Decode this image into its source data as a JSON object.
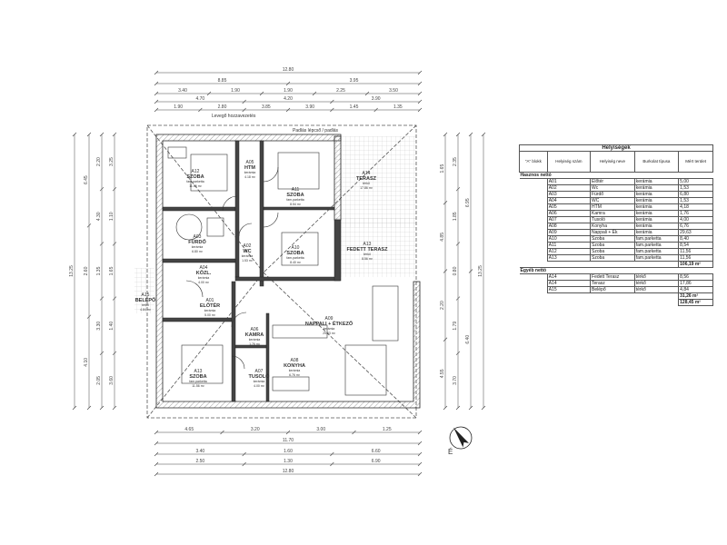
{
  "dims": {
    "top_total": "12.80",
    "top_row1": [
      "8.85",
      "3.95"
    ],
    "top_row2": [
      "3.40",
      "1.90",
      "1.90",
      "2.25",
      "3.50"
    ],
    "top_row3": [
      "4.70",
      "4.20",
      "3.90"
    ],
    "top_row4": [
      "1.90",
      "2.80",
      "3.85",
      "3.90",
      "1.45",
      "1.35"
    ],
    "bottom_row1": [
      "4.65",
      "3.20",
      "3.00",
      "1.25"
    ],
    "bottom_total1": "11.70",
    "bottom_row2": [
      "3.40",
      "1.60",
      "6.60"
    ],
    "bottom_row3": [
      "2.50",
      "1.30",
      "6.90"
    ],
    "bottom_total2": "12.80",
    "left_total": "13.25",
    "left_a": [
      "6.45",
      "2.60",
      "4.10"
    ],
    "left_b": [
      "2.20",
      "4.30",
      "1.35",
      "3.30",
      "2.05"
    ],
    "left_c": [
      "3.25",
      "1.10",
      "1.65",
      "1.40",
      "3.60"
    ],
    "right_total": "13.25",
    "right_a": [
      "6.95",
      "6.40"
    ],
    "right_b": [
      "2.35",
      "1.85",
      "0.80",
      "1.79",
      "3.70"
    ],
    "right_c": [
      "1.65",
      "4.85",
      "2.20",
      "4.55"
    ]
  },
  "notes": {
    "air": "Levegő hozzavezetés",
    "attic": "Padlás lépcső / padlás"
  },
  "rooms": [
    {
      "code": "A12",
      "name": "SZOBA",
      "sub": "fam.parketta",
      "area": "11.56 m²"
    },
    {
      "code": "A05",
      "name": "HTM",
      "sub": "kerámia",
      "area": "4.18 m²"
    },
    {
      "code": "A11",
      "name": "SZOBA",
      "sub": "fam.parketta",
      "area": "8.54 m²"
    },
    {
      "code": "A14",
      "name": "TERASZ",
      "sub": "térkő",
      "area": "17.86 m²"
    },
    {
      "code": "A03",
      "name": "FÜRDŐ",
      "sub": "kerámia",
      "area": "6.80 m²"
    },
    {
      "code": "A02",
      "name": "WC",
      "sub": "kerámia",
      "area": "1.53 m²"
    },
    {
      "code": "A10",
      "name": "SZOBA",
      "sub": "fam.parketta",
      "area": "8.40 m²"
    },
    {
      "code": "A13",
      "name": "FEDETT TERASZ",
      "sub": "térkő",
      "area": "8.56 m²"
    },
    {
      "code": "A04",
      "name": "KÖZL.",
      "sub": "kerámia",
      "area": "4.00 m²"
    },
    {
      "code": "A01",
      "name": "ELŐTÉR",
      "sub": "kerámia",
      "area": "5.00 m²"
    },
    {
      "code": "A15",
      "name": "BELÉPŐ",
      "sub": "térkő",
      "area": "4.84 m²"
    },
    {
      "code": "A09",
      "name": "NAPPALI + ÉTKEZŐ",
      "sub": "kerámia",
      "area": "29.63 m²"
    },
    {
      "code": "A06",
      "name": "KAMRA",
      "sub": "kerámia",
      "area": "1.76 m²"
    },
    {
      "code": "A08",
      "name": "KONYHA",
      "sub": "kerámia",
      "area": "6.76 m²"
    },
    {
      "code": "A07",
      "name": "TUSOLÓ",
      "sub": "kerámia",
      "area": "4.00 m²"
    },
    {
      "code": "A13",
      "name": "SZOBA",
      "sub": "fam.parketta",
      "area": "11.56 m²"
    }
  ],
  "table": {
    "title": "Helyiségek",
    "col_headers": [
      "\"A\" blokk",
      "Helyiség szám",
      "Helyiség neve",
      "Burkolat típusa",
      "Mért terület"
    ],
    "sections": [
      {
        "label": "Hasznos nettó",
        "rows": [
          [
            "A01",
            "Előtér",
            "kerámia",
            "5,00"
          ],
          [
            "A02",
            "Wc",
            "kerámia",
            "1,53"
          ],
          [
            "A03",
            "Fürdő",
            "kerámia",
            "6,80"
          ],
          [
            "A04",
            "WC",
            "kerámia",
            "1,53"
          ],
          [
            "A05",
            "HTM",
            "kerámia",
            "4,18"
          ],
          [
            "A06",
            "Kamra",
            "kerámia",
            "1,76"
          ],
          [
            "A07",
            "Tusoló",
            "kerámia",
            "4,00"
          ],
          [
            "A08",
            "Konyha",
            "kerámia",
            "6,76"
          ],
          [
            "A09",
            "Nappali + Ék",
            "kerámia",
            "29,63"
          ],
          [
            "A10",
            "Szoba",
            "fam.parketta",
            "8,40"
          ],
          [
            "A11",
            "Szoba",
            "fam.parketta",
            "8,54"
          ],
          [
            "A12",
            "Szoba",
            "fam.parketta",
            "11,56"
          ],
          [
            "A13",
            "Szoba",
            "fam.parketta",
            "11,56"
          ]
        ],
        "total": "106,19 m²"
      },
      {
        "label": "Egyéb nettó",
        "rows": [
          [
            "A14",
            "Fedett Terasz",
            "térkő",
            "8,56"
          ],
          [
            "A14",
            "Terasz",
            "térkő",
            "17,86"
          ],
          [
            "A15",
            "Belépő",
            "térkő",
            "4,84"
          ]
        ],
        "total": "31,26 m²"
      }
    ],
    "grand_total": "128,45 m²"
  }
}
